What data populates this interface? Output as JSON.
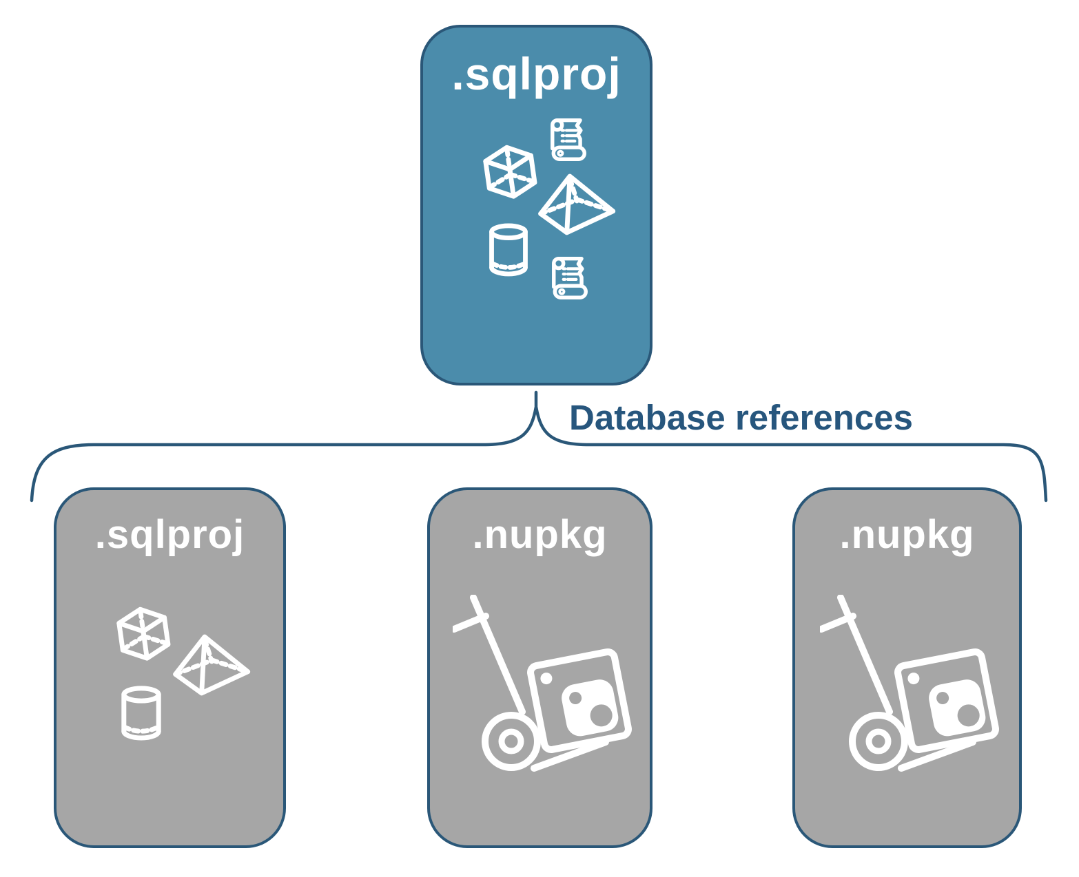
{
  "diagram": {
    "connector_label": "Database references",
    "colors": {
      "background": "#FFFFFF",
      "accent_teal": "#4B8CAB",
      "node_gray": "#A6A6A6",
      "outline_navy": "#2A5778",
      "label_text_navy": "#27567D",
      "icon_white": "#FFFFFF"
    },
    "root_node": {
      "label": ".sqlproj",
      "icons": [
        "cube-icon",
        "scroll-icon",
        "pyramid-icon",
        "cylinder-icon",
        "scroll-icon"
      ]
    },
    "child_nodes": [
      {
        "label": ".sqlproj",
        "icons": [
          "cube-icon",
          "pyramid-icon",
          "cylinder-icon"
        ]
      },
      {
        "label": ".nupkg",
        "icons": [
          "nuget-handtruck-icon"
        ]
      },
      {
        "label": ".nupkg",
        "icons": [
          "nuget-handtruck-icon"
        ]
      }
    ]
  }
}
